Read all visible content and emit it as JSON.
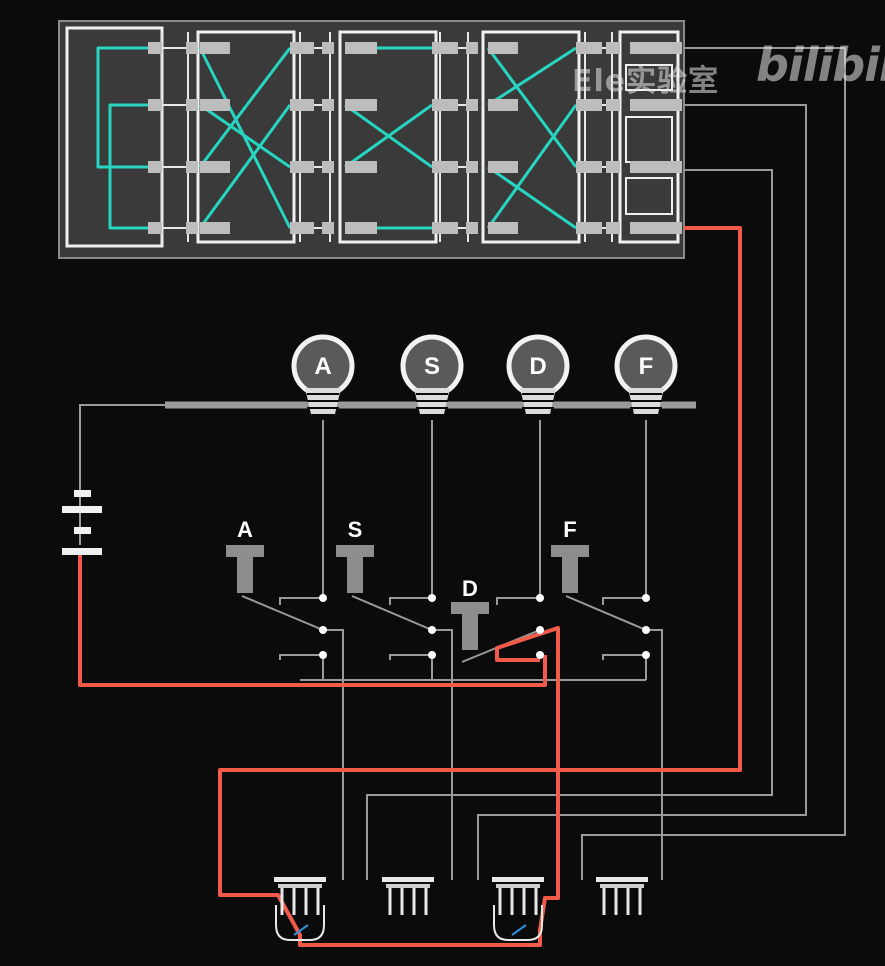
{
  "watermark": {
    "text": "Ele实验室",
    "logo": "bilibili"
  },
  "lamps": [
    {
      "label": "A"
    },
    {
      "label": "S"
    },
    {
      "label": "D"
    },
    {
      "label": "F"
    }
  ],
  "keys": [
    {
      "label": "A",
      "pressed": false
    },
    {
      "label": "S",
      "pressed": false
    },
    {
      "label": "D",
      "pressed": true
    },
    {
      "label": "F",
      "pressed": false
    }
  ],
  "colors": {
    "background": "#0b0b0b",
    "wire": "#9a9a9a",
    "active_wire": "#f25a4a",
    "scramble_wire": "#26d6c0",
    "panel": "#3a3a3a",
    "panel_border": "#e8e8e8"
  }
}
